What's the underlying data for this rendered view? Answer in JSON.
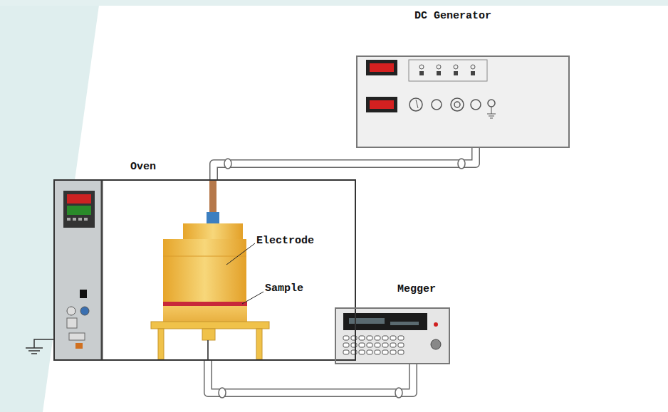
{
  "diagram": {
    "nodes": [
      {
        "text": [
          "DC Generator"
        ]
      },
      {
        "text": [
          "Oven"
        ]
      },
      {
        "text": [
          "Megger"
        ]
      }
    ],
    "edges": [
      {
        "from": 0,
        "to": 1,
        "arrow": "none"
      },
      {
        "from": 1,
        "to": 2,
        "arrow": "none"
      }
    ],
    "labels": [
      "Electrode",
      "Sample"
    ]
  }
}
